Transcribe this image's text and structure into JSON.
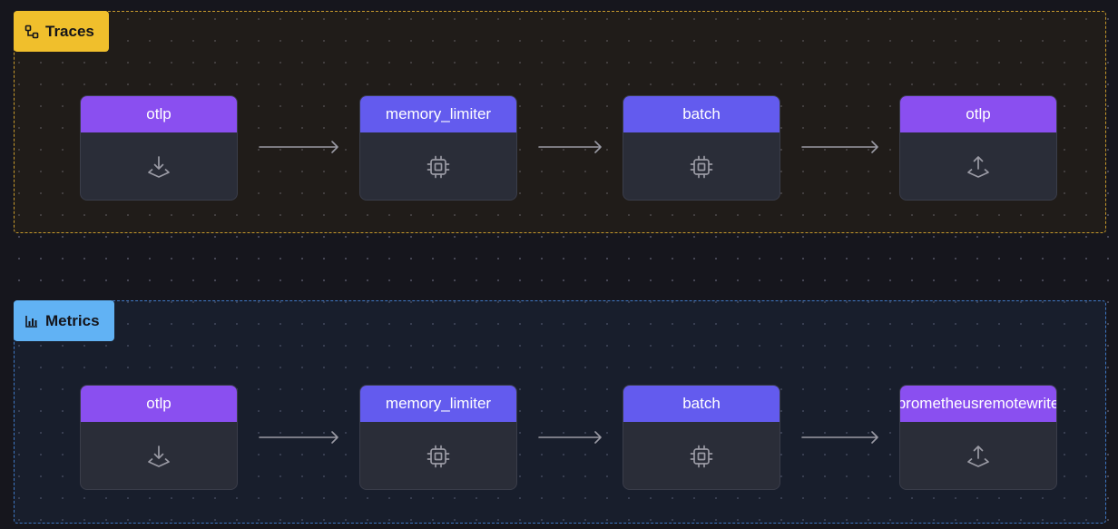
{
  "colors": {
    "receiver_header": "#8a4ff0",
    "processor_header": "#635bee",
    "exporter_header": "#8a4ff0",
    "traces_accent": "#f0bf2c",
    "metrics_accent": "#61b2f4",
    "node_body": "#2a2d38",
    "edge": "#9a9aa4"
  },
  "pipelines": [
    {
      "label": "Traces",
      "icon": "graph-nodes-icon",
      "nodes": [
        {
          "label": "otlp",
          "kind": "receiver",
          "icon": "download-tray-icon"
        },
        {
          "label": "memory_limiter",
          "kind": "processor",
          "icon": "cpu-chip-icon"
        },
        {
          "label": "batch",
          "kind": "processor",
          "icon": "cpu-chip-icon"
        },
        {
          "label": "otlp",
          "kind": "exporter",
          "icon": "upload-tray-icon"
        }
      ]
    },
    {
      "label": "Metrics",
      "icon": "bar-chart-icon",
      "nodes": [
        {
          "label": "otlp",
          "kind": "receiver",
          "icon": "download-tray-icon"
        },
        {
          "label": "memory_limiter",
          "kind": "processor",
          "icon": "cpu-chip-icon"
        },
        {
          "label": "batch",
          "kind": "processor",
          "icon": "cpu-chip-icon"
        },
        {
          "label": "prometheusremotewrite",
          "kind": "exporter",
          "icon": "upload-tray-icon"
        }
      ]
    }
  ]
}
